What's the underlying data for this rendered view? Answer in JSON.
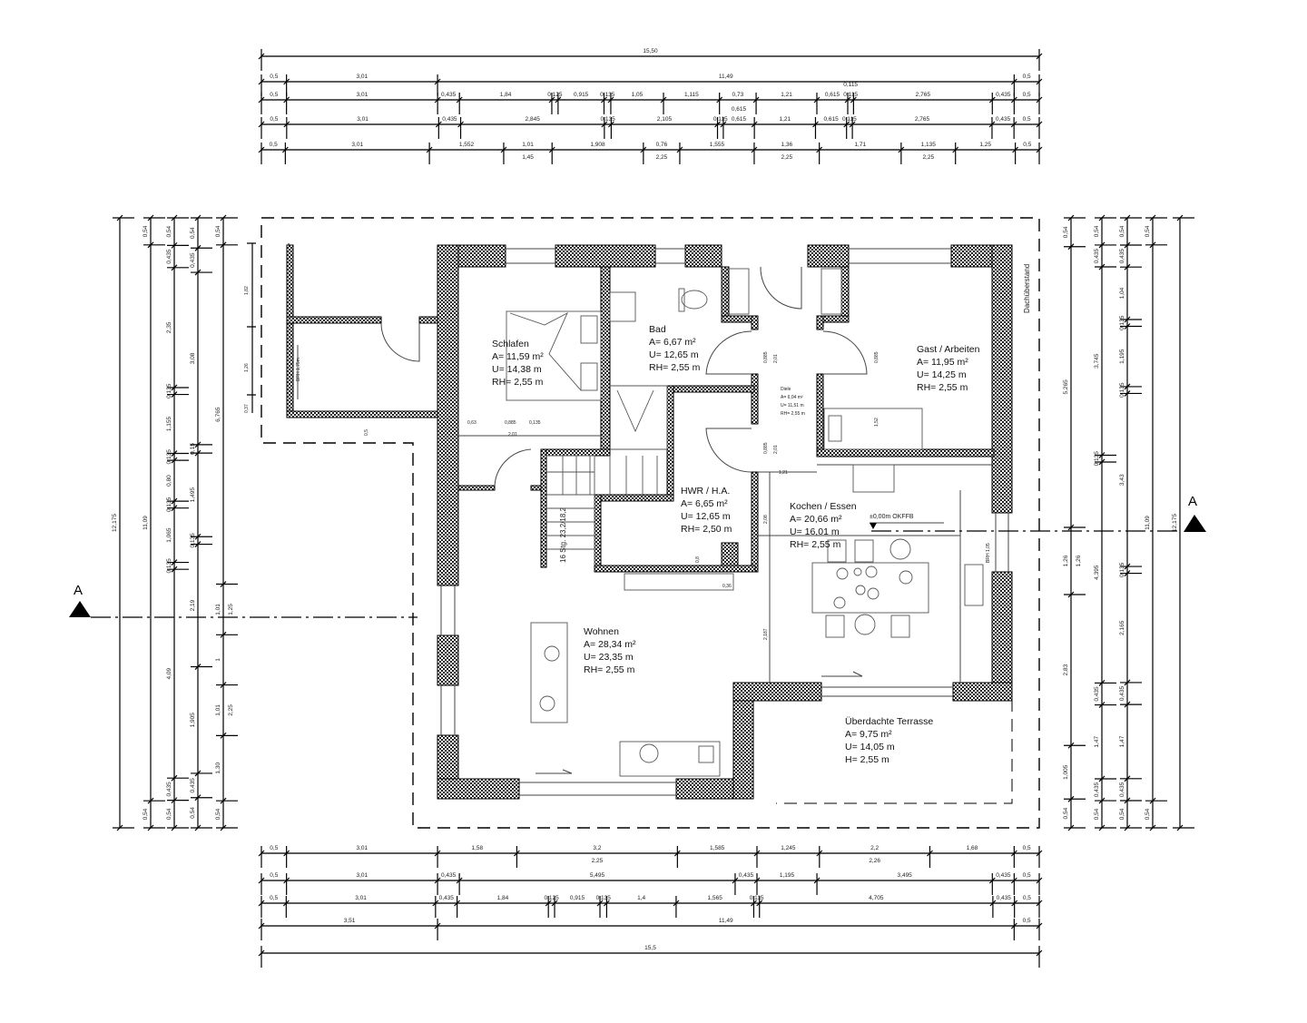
{
  "rooms": [
    {
      "name": "Schlafen",
      "area": "A= 11,59 m²",
      "perimeter": "U= 14,38 m",
      "height": "RH= 2,55 m"
    },
    {
      "name": "Bad",
      "area": "A= 6,67 m²",
      "perimeter": "U= 12,65 m",
      "height": "RH= 2,55 m"
    },
    {
      "name": "Gast / Arbeiten",
      "area": "A= 11,95 m²",
      "perimeter": "U= 14,25 m",
      "height": "RH= 2,55 m"
    },
    {
      "name": "Diele",
      "area": "A= 6,04 m²",
      "perimeter": "U= 11,51 m",
      "height": "RH= 2,55 m"
    },
    {
      "name": "HWR / H.A.",
      "area": "A= 6,65 m²",
      "perimeter": "U= 12,65 m",
      "height": "RH= 2,50 m"
    },
    {
      "name": "Kochen / Essen",
      "area": "A= 20,66 m²",
      "perimeter": "U= 16,01 m",
      "height": "RH= 2,55 m"
    },
    {
      "name": "Wohnen",
      "area": "A= 28,34 m²",
      "perimeter": "U= 23,35 m",
      "height": "RH= 2,55 m"
    },
    {
      "name": "Überdachte Terrasse",
      "area": "A= 9,75 m²",
      "perimeter": "U= 14,05 m",
      "height": "H= 2,55 m"
    }
  ],
  "annotations": {
    "section_left": "A",
    "section_right": "A",
    "roof_overhang": "Dachüberstand",
    "level": "±0,00m OKFFB",
    "stair": "16 Stg. 23,2/18,2",
    "brh_left": "BRH 1,75m",
    "brh_right": "BRH 1,05",
    "interior_dims": [
      "0,63",
      "0,885",
      "0,135",
      "2,01",
      "0,885",
      "2,01",
      "0,885",
      "2,01",
      "1,21",
      "0,885",
      "1,52",
      "2,08",
      "2,187",
      "0,8",
      "0,36",
      "0,5",
      "1,82",
      "1,26",
      "0,37"
    ]
  },
  "dimensions": {
    "top": [
      {
        "values": [
          "15,50"
        ]
      },
      {
        "values": [
          "0,5",
          "3,01",
          "11,49",
          "0,5"
        ]
      },
      {
        "values": [
          "0,5",
          "3,01",
          "0,435",
          "1,84",
          "0,125",
          "0,915",
          "0,135",
          "1,05",
          "1,115",
          "0,73",
          "1,21",
          "0,615",
          "0,115",
          "2,765",
          "0,435",
          "0,5"
        ],
        "sub": [
          {
            "i": 12,
            "label": "0,115",
            "side": "above"
          }
        ]
      },
      {
        "values": [
          "0,5",
          "3,01",
          "0,435",
          "2,845",
          "0,135",
          "2,105",
          "0,115",
          "0,615",
          "1,21",
          "0,615",
          "0,115",
          "2,765",
          "0,435",
          "0,5"
        ],
        "sub": [
          {
            "i": 7,
            "label": "0,615",
            "side": "above"
          }
        ]
      },
      {
        "values": [
          "0,5",
          "3,01",
          "1,552",
          "1,01",
          "1,908",
          "0,76",
          "1,555",
          "1,36",
          "1,71",
          "1,135",
          "1,25",
          "0,5"
        ],
        "sub": [
          {
            "i": 3,
            "label": "1,45",
            "side": "below"
          },
          {
            "i": 5,
            "label": "2,25",
            "side": "below"
          },
          {
            "i": 7,
            "label": "2,25",
            "side": "below"
          },
          {
            "i": 9,
            "label": "2,25",
            "side": "below"
          }
        ]
      }
    ],
    "bottom": [
      {
        "values": [
          "0,5",
          "3,01",
          "1,58",
          "3,2",
          "1,585",
          "1,245",
          "2,2",
          "1,68",
          "0,5"
        ],
        "sub": [
          {
            "i": 3,
            "label": "2,25",
            "side": "below"
          },
          {
            "i": 6,
            "label": "2,26",
            "side": "below"
          }
        ]
      },
      {
        "values": [
          "0,5",
          "3,01",
          "0,435",
          "5,495",
          "0,435",
          "1,195",
          "3,495",
          "0,435",
          "0,5"
        ]
      },
      {
        "values": [
          "0,5",
          "3,01",
          "0,435",
          "1,84",
          "0,125",
          "0,915",
          "0,135",
          "1,4",
          "1,565",
          "0,115",
          "4,705",
          "0,435",
          "0,5"
        ]
      },
      {
        "values": [
          "3,51",
          "11,49",
          "0,5"
        ]
      },
      {
        "values": [
          "15,5"
        ]
      }
    ],
    "left": [
      {
        "values": [
          "12,175"
        ]
      },
      {
        "values": [
          "0,54",
          "11,09",
          "0,54"
        ]
      },
      {
        "values": [
          "0,54",
          "0,435",
          "2,35",
          "0,135",
          "1,155",
          "0,135",
          "0,80",
          "0,135",
          "1,065",
          "0,135",
          "4,09",
          "0,435",
          "0,54"
        ]
      },
      {
        "values": [
          "0,54",
          "0,435",
          "3,08",
          "0,15",
          "1,495",
          "0,135",
          "2,19",
          "1,905",
          "0,435",
          "0,54"
        ]
      },
      {
        "values": [
          "0,54",
          "6,765",
          "1,01",
          "1",
          "1,01",
          "1,30",
          "0,54"
        ],
        "sub": [
          {
            "i": 2,
            "label": "1,25",
            "side": "below"
          },
          {
            "i": 4,
            "label": "2,25",
            "side": "below"
          }
        ]
      }
    ],
    "right": [
      {
        "values": [
          "0,54",
          "5,265",
          "1,26",
          "2,83",
          "1,005",
          "0,54"
        ],
        "sub": [
          {
            "i": 2,
            "label": "1,26",
            "side": "below"
          }
        ]
      },
      {
        "values": [
          "0,54",
          "0,435",
          "3,745",
          "0,135",
          "4,395",
          "0,435",
          "1,47",
          "0,435",
          "0,54"
        ]
      },
      {
        "values": [
          "0,54",
          "0,435",
          "1,04",
          "0,135",
          "1,195",
          "0,135",
          "3,43",
          "0,135",
          "2,165",
          "0,435",
          "1,47",
          "0,435",
          "0,54"
        ]
      },
      {
        "values": [
          "0,54",
          "11,09",
          "0,54"
        ]
      },
      {
        "values": [
          "12,175"
        ]
      }
    ]
  }
}
